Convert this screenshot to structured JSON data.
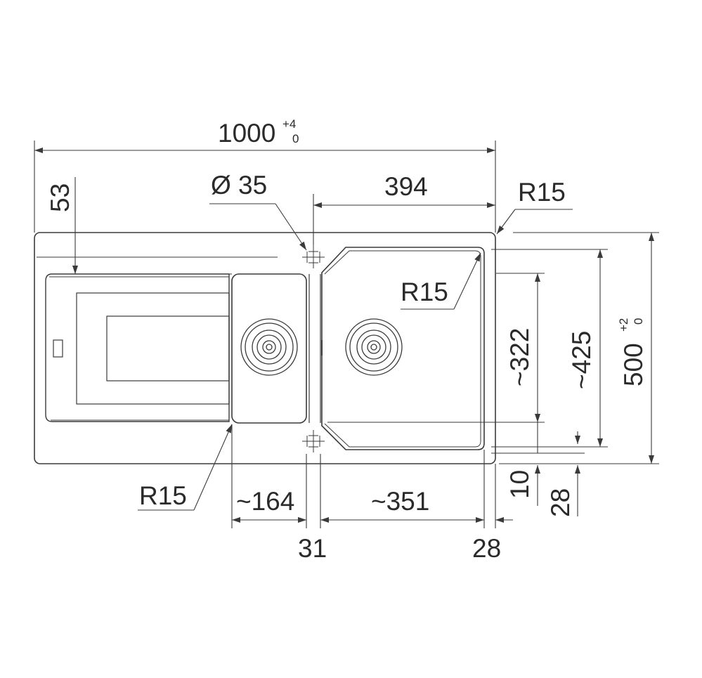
{
  "drawing": {
    "overall_width": {
      "value": "1000",
      "tol_upper": "+4",
      "tol_lower": "0"
    },
    "overall_depth": {
      "value": "500",
      "tol_upper": "+2",
      "tol_lower": "0"
    },
    "tap_hole": "Ø 35",
    "edge_offset_top": "53",
    "main_bowl_width": "394",
    "radius_labels": [
      "R15",
      "R15",
      "R15"
    ],
    "bowl_depth": "~322",
    "bowl_inner_depth": "~425",
    "small_bowl_width": "~164",
    "main_bowl_inner_width": "~351",
    "gap_between_bowls": "31",
    "right_margin": "28",
    "bottom_offset_1": "10",
    "bottom_offset_2": "28"
  }
}
